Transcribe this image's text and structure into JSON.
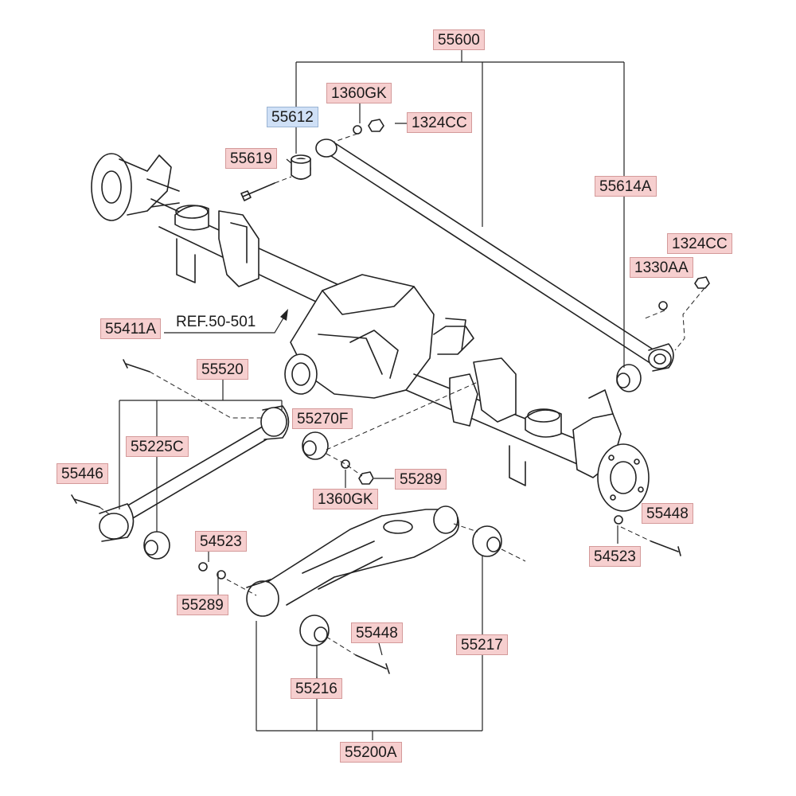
{
  "diagram": {
    "reference": "REF.50-501",
    "labels": {
      "l55600": "55600",
      "l1360gk_top": "1360GK",
      "l55612": "55612",
      "l1324cc_top": "1324CC",
      "l55619": "55619",
      "l55614a": "55614A",
      "l1324cc_right": "1324CC",
      "l1330aa": "1330AA",
      "l55411a": "55411A",
      "l55520": "55520",
      "l55270f": "55270F",
      "l55225c": "55225C",
      "l55446": "55446",
      "l55289_mid": "55289",
      "l1360gk_mid": "1360GK",
      "l55448_right": "55448",
      "l54523_left": "54523",
      "l54523_right": "54523",
      "l55289_low": "55289",
      "l55448_low": "55448",
      "l55217": "55217",
      "l55216": "55216",
      "l55200a": "55200A"
    },
    "colors": {
      "label_fill": "#f6cfcf",
      "label_highlight_fill": "#cfe0f6",
      "line": "#222222"
    }
  }
}
